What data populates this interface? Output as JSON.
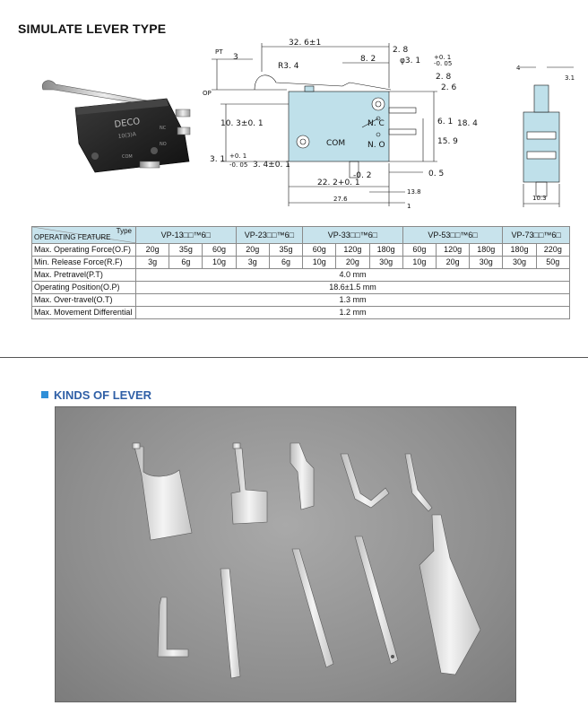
{
  "title": "SIMULATE LEVER TYPE",
  "drawing": {
    "photo_text": [
      "DECO",
      "10(3)A",
      "COM",
      "NO",
      "NC"
    ],
    "labels": {
      "pt": "PT",
      "op": "OP",
      "r34": "R3. 4",
      "d326": "32. 6±1",
      "d28a": "2. 8",
      "d82": "8. 2",
      "d3": "3",
      "hole": "φ3. 1",
      "hole_tol_plus": "+0. 1",
      "hole_tol_minus": "-0. 05",
      "d28b": "2. 8",
      "d26": "2. 6",
      "d61": "6. 1",
      "d184": "18. 4",
      "d159": "15. 9",
      "d103": "10. 3±0. 1",
      "d31": "3. 1",
      "d31_tol_plus": "+0. 1",
      "d31_tol_minus": "-0. 05",
      "d34": "3. 4±0. 1",
      "d02": "-0. 2",
      "d05": "0. 5",
      "d222": "22. 2+0. 1",
      "d138": "13.8",
      "d276": "27.6",
      "d1": "1",
      "com": "COM",
      "nc": "N. C",
      "no": "N. O",
      "side_4": "4",
      "side_31": "3.1",
      "side_103": "10.3"
    }
  },
  "table": {
    "type_label": "Type",
    "feature_label": "OPERATING FEATURE",
    "models": [
      "VP-13□□™6□",
      "VP-23□□™6□",
      "VP-33□□™6□",
      "VP-53□□™6□",
      "VP-73□□™6□"
    ],
    "rows": {
      "of_label": "Max. Operating Force(O.F)",
      "of_values": [
        "20g",
        "35g",
        "60g",
        "20g",
        "35g",
        "60g",
        "120g",
        "180g",
        "60g",
        "120g",
        "180g",
        "180g",
        "220g"
      ],
      "rf_label": "Min. Release Force(R.F)",
      "rf_values": [
        "3g",
        "6g",
        "10g",
        "3g",
        "6g",
        "10g",
        "20g",
        "30g",
        "10g",
        "20g",
        "30g",
        "30g",
        "50g"
      ],
      "pt_label": "Max. Pretravel(P.T)",
      "pt_value": "4.0 mm",
      "op_label": "Operating Position(O.P)",
      "op_value": "18.6±1.5 mm",
      "ot_label": "Max. Over-travel(O.T)",
      "ot_value": "1.3 mm",
      "md_label": "Max. Movement Differential",
      "md_value": "1.2 mm"
    }
  },
  "lever_section": {
    "title": "KINDS OF LEVER"
  },
  "colors": {
    "table_header": "#c8e3ec",
    "drawing_body": "#bfe0ea",
    "section_title": "#2f5fa6",
    "section_square": "#2f8fd8"
  }
}
